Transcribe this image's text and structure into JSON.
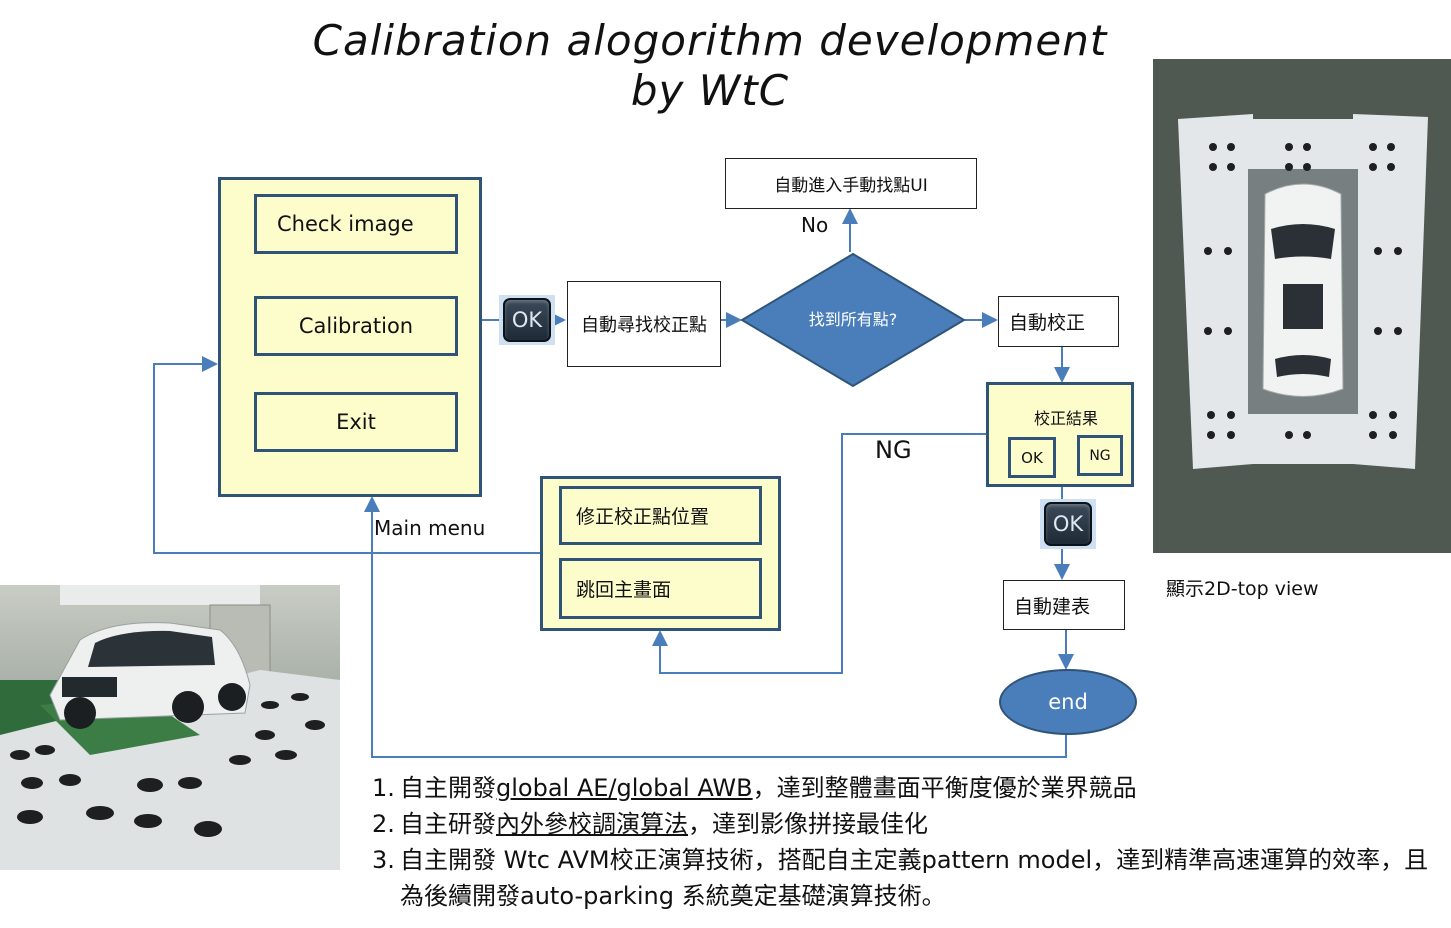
{
  "title": {
    "line1": "Calibration alogorithm development",
    "line2": "by WtC"
  },
  "main_menu": {
    "caption": "Main menu",
    "buttons": [
      "Check image",
      "Calibration",
      "Exit"
    ]
  },
  "flow": {
    "ok_label": "OK",
    "find_points": "自動尋找校正點",
    "decision": "找到所有點?",
    "no_label": "No",
    "manual_ui": "自動進入手動找點UI",
    "auto_calibrate": "自動校正",
    "result_title": "校正結果",
    "result_ok": "OK",
    "result_ng": "NG",
    "ng_label": "NG",
    "fix_menu": [
      "修正校正點位置",
      "跳回主畫面"
    ],
    "build_table": "自動建表",
    "end": "end"
  },
  "topview_caption": "顯示2D-top view",
  "bullets": [
    {
      "num": "1.",
      "pre": "自主開發",
      "u": "global AE/global AWB",
      "post": "，達到整體畫面平衡度優於業界競品"
    },
    {
      "num": "2.",
      "pre": "自主研發",
      "u": "內外參校調演算法",
      "post": "，達到影像拼接最佳化"
    },
    {
      "num": "3.",
      "pre": "自主開發 Wtc AVM校正演算技術，搭配自主定義pattern model，達到精準高速運算的效率，且為後續開發auto-parking 系統奠定基礎演算技術。",
      "u": "",
      "post": ""
    }
  ],
  "colors": {
    "panel_fill": "#fdfccb",
    "panel_border": "#2f5478",
    "diamond": "#4a7ebb",
    "connector": "#4a7ebb"
  },
  "icons": [
    "ok-key-icon",
    "car-photo",
    "top-view-photo"
  ]
}
